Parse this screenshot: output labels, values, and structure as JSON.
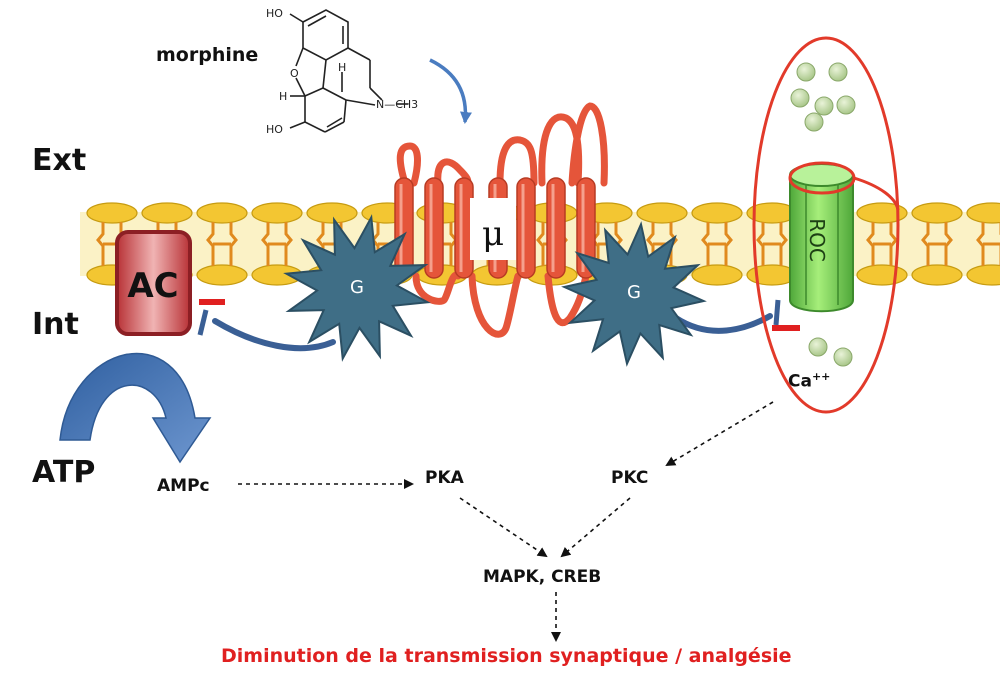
{
  "labels": {
    "morphine": "morphine",
    "ext": "Ext",
    "int": "Int",
    "atp": "ATP",
    "ampc": "AMPc",
    "pka": "PKA",
    "pkc": "PKC",
    "mapk_creb": "MAPK, CREB",
    "ca": "Ca",
    "ca_sup": "++",
    "ac": "AC",
    "mu": "μ",
    "g_left": "G",
    "g_right": "G",
    "roc": "ROC",
    "result": "Diminution de la transmission synaptique / analgésie"
  },
  "molecule": {
    "ho_top": "HO",
    "o_ring": "O",
    "h_left": "H",
    "h_top": "H",
    "n_ch3": "N—CH3",
    "ho_bottom": "HO"
  },
  "colors": {
    "membrane_head": "#f3c632",
    "membrane_band": "#fbf2c6",
    "receptor": "#e5553a",
    "g_protein": "#3f6e86",
    "ac_fill": "#c0393e",
    "channel": "#7ed957",
    "inhibit_line": "#3a5f95",
    "minus": "#e02020",
    "ellipse": "#e23a2a",
    "result_text": "#e02020"
  }
}
